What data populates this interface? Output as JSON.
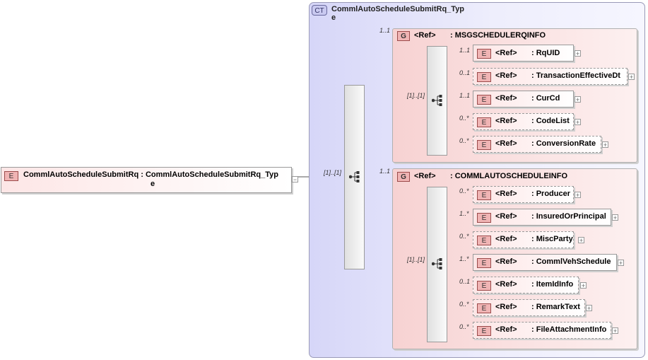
{
  "root": {
    "badge": "E",
    "name": "CommlAutoScheduleSubmitRq",
    "type_line1": ": CommlAutoScheduleSubmitRq_Typ",
    "type_line2": "e"
  },
  "complex_type": {
    "badge": "CT",
    "title_line1": "CommlAutoScheduleSubmitRq_Typ",
    "title_line2": "e"
  },
  "outer_sequence": {
    "cardinality": "[1]..[1]"
  },
  "groups": [
    {
      "badge": "G",
      "ref": "<Ref>",
      "name": ": MSGSCHEDULERQINFO",
      "cardinality": "1..1",
      "sequence_cardinality": "[1]..[1]",
      "elements": [
        {
          "badge": "E",
          "ref": "<Ref>",
          "name": ": RqUID",
          "cardinality": "1..1",
          "optional": false
        },
        {
          "badge": "E",
          "ref": "<Ref>",
          "name": ": TransactionEffectiveDt",
          "cardinality": "0..1",
          "optional": true
        },
        {
          "badge": "E",
          "ref": "<Ref>",
          "name": ": CurCd",
          "cardinality": "1..1",
          "optional": false
        },
        {
          "badge": "E",
          "ref": "<Ref>",
          "name": ": CodeList",
          "cardinality": "0..*",
          "optional": true
        },
        {
          "badge": "E",
          "ref": "<Ref>",
          "name": ": ConversionRate",
          "cardinality": "0..*",
          "optional": true
        }
      ]
    },
    {
      "badge": "G",
      "ref": "<Ref>",
      "name": ": COMMLAUTOSCHEDULEINFO",
      "cardinality": "1..1",
      "sequence_cardinality": "[1]..[1]",
      "elements": [
        {
          "badge": "E",
          "ref": "<Ref>",
          "name": ": Producer",
          "cardinality": "0..*",
          "optional": true
        },
        {
          "badge": "E",
          "ref": "<Ref>",
          "name": ": InsuredOrPrincipal",
          "cardinality": "1..*",
          "optional": false
        },
        {
          "badge": "E",
          "ref": "<Ref>",
          "name": ": MiscParty",
          "cardinality": "0..*",
          "optional": true
        },
        {
          "badge": "E",
          "ref": "<Ref>",
          "name": ": CommlVehSchedule",
          "cardinality": "1..*",
          "optional": false
        },
        {
          "badge": "E",
          "ref": "<Ref>",
          "name": ": ItemIdInfo",
          "cardinality": "0..1",
          "optional": true
        },
        {
          "badge": "E",
          "ref": "<Ref>",
          "name": ": RemarkText",
          "cardinality": "0..*",
          "optional": true
        },
        {
          "badge": "E",
          "ref": "<Ref>",
          "name": ": FileAttachmentInfo",
          "cardinality": "0..*",
          "optional": true
        }
      ]
    }
  ],
  "expand_symbol": "+",
  "collapse_symbol": "−"
}
